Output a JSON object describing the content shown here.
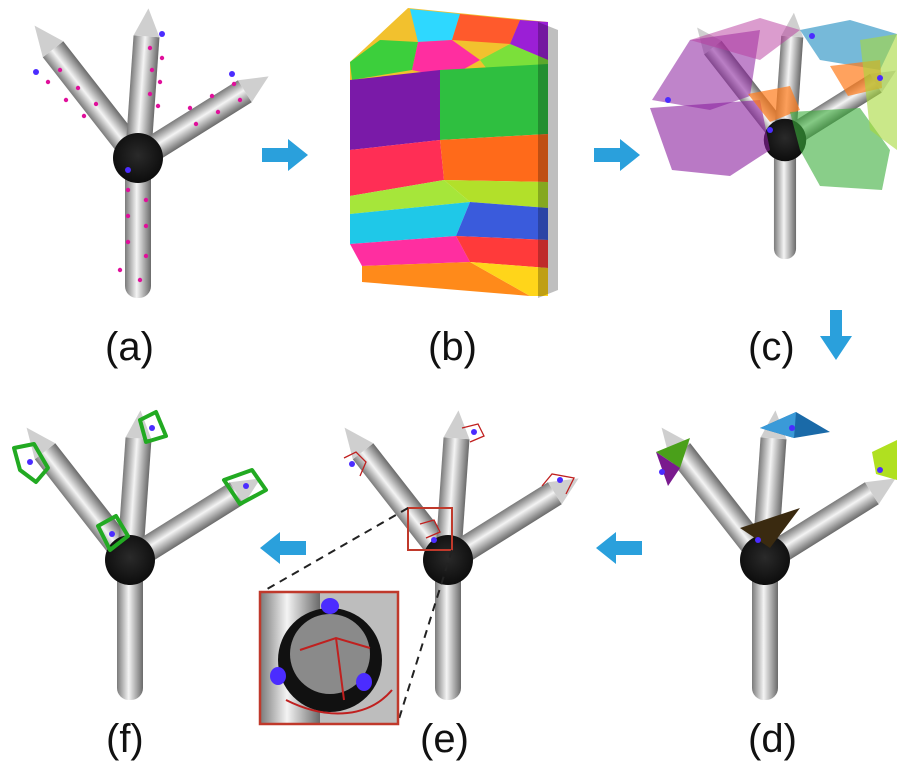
{
  "panels": [
    {
      "id": "a",
      "label": "(a)"
    },
    {
      "id": "b",
      "label": "(b)"
    },
    {
      "id": "c",
      "label": "(c)"
    },
    {
      "id": "d",
      "label": "(d)"
    },
    {
      "id": "e",
      "label": "(e)"
    },
    {
      "id": "f",
      "label": "(f)"
    }
  ],
  "colors": {
    "arrow": "#2aa0dc",
    "sample_point": "#e0109b",
    "vertex": "#4b2cff",
    "cut_line": "#c0201f",
    "contour": "#22aa22",
    "zoom_frame": "#c0392b"
  }
}
